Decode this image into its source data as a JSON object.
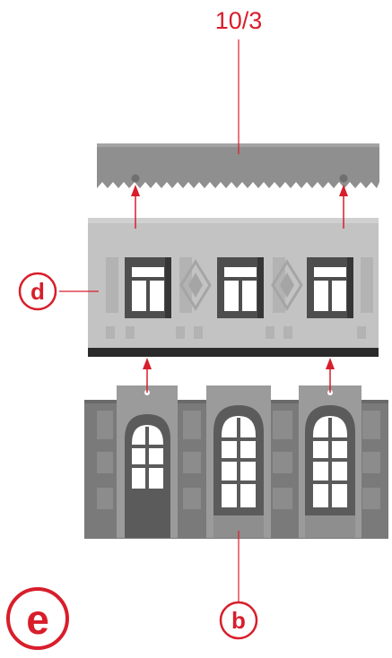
{
  "labels": {
    "part_top": "10/3",
    "part_middle": "d",
    "part_bottom": "b",
    "step": "e"
  },
  "colors": {
    "accent_red": "#d81e2b",
    "roof_strip": "#8f8f8f",
    "upper_wall": "#c3c3c3",
    "base_strip": "#2a2a2a",
    "lower_wall": "#7a7a7a",
    "window_frame": "#4e4e4e"
  }
}
